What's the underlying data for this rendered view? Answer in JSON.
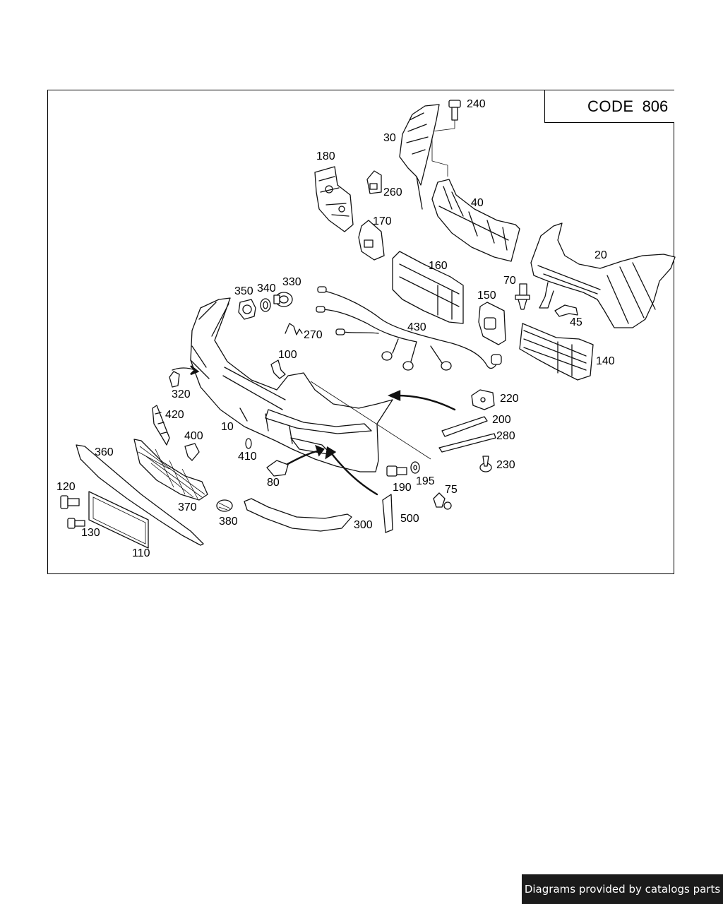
{
  "code_box": {
    "prefix": "CODE",
    "number": "806"
  },
  "footer": {
    "text": "Diagrams provided by catalogs parts"
  },
  "callouts": {
    "c240": "240",
    "c30": "30",
    "c180": "180",
    "c260": "260",
    "c40": "40",
    "c170": "170",
    "c20": "20",
    "c160": "160",
    "c70": "70",
    "c150": "150",
    "c45": "45",
    "c350": "350",
    "c340": "340",
    "c330": "330",
    "c270": "270",
    "c430": "430",
    "c100": "100",
    "c140": "140",
    "c320": "320",
    "c220": "220",
    "c420": "420",
    "c200": "200",
    "c10": "10",
    "c400": "400",
    "c280": "280",
    "c360": "360",
    "c410": "410",
    "c230": "230",
    "c120": "120",
    "c80": "80",
    "c190": "190",
    "c195": "195",
    "c75": "75",
    "c370": "370",
    "c130": "130",
    "c380": "380",
    "c300": "300",
    "c500": "500",
    "c110": "110"
  }
}
